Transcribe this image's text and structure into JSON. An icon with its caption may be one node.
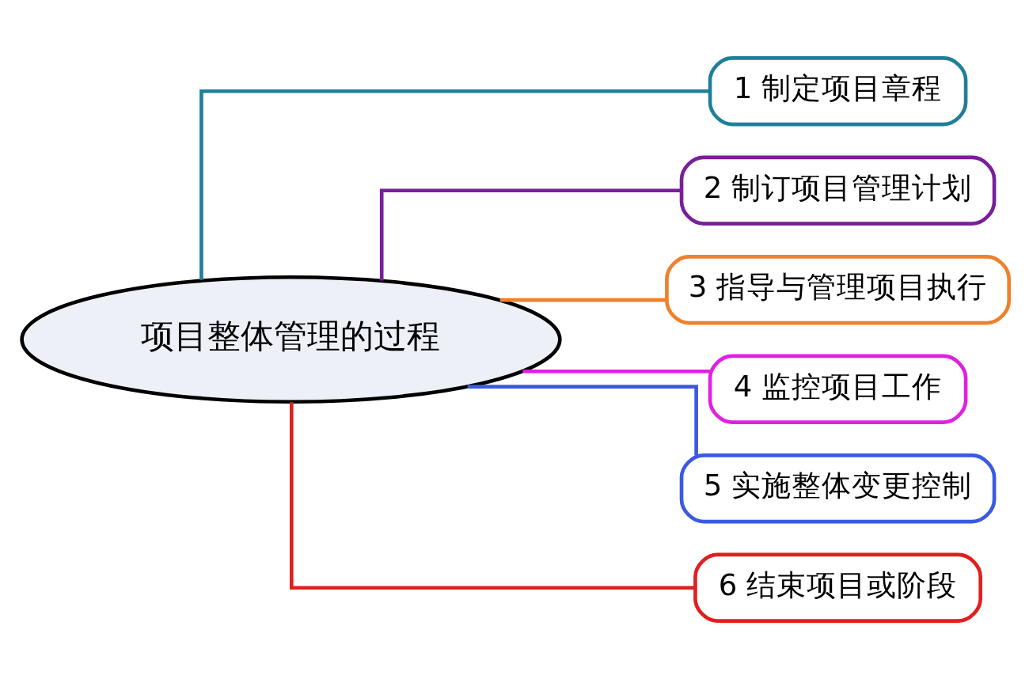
{
  "diagram": {
    "nodes": [
      {
        "text": [
          "项目整体管理的过程"
        ]
      },
      {
        "text": [
          "1 制定项目章程"
        ]
      },
      {
        "text": [
          "2 制订项目管理计划"
        ]
      },
      {
        "text": [
          "3 指导与管理项目执行"
        ]
      },
      {
        "text": [
          "4 监控项目工作"
        ]
      },
      {
        "text": [
          "5 实施整体变更控制"
        ]
      },
      {
        "text": [
          "6 结束项目或阶段"
        ]
      }
    ],
    "edges": [
      {
        "from": 0,
        "to": 1,
        "arrow": "none",
        "color": "#1f7f99"
      },
      {
        "from": 0,
        "to": 2,
        "arrow": "none",
        "color": "#7a1f9a"
      },
      {
        "from": 0,
        "to": 3,
        "arrow": "none",
        "color": "#f0802a"
      },
      {
        "from": 0,
        "to": 4,
        "arrow": "none",
        "color": "#e020e0"
      },
      {
        "from": 0,
        "to": 5,
        "arrow": "none",
        "color": "#3a5ae0"
      },
      {
        "from": 0,
        "to": 6,
        "arrow": "none",
        "color": "#e02020"
      }
    ]
  }
}
